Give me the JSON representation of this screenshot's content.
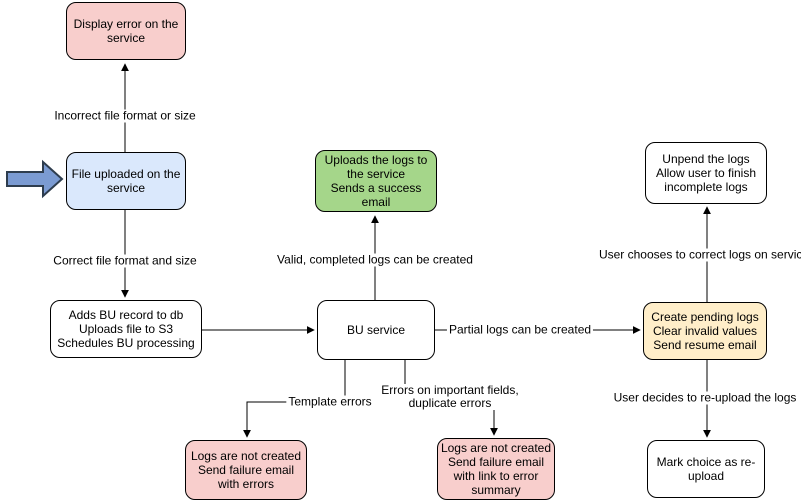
{
  "diagram": {
    "type": "flowchart",
    "nodes": [
      {
        "id": "display-error",
        "label": "Display error on the\nservice",
        "fill_key": "error"
      },
      {
        "id": "file-uploaded",
        "label": "File uploaded on the\nservice",
        "fill_key": "input"
      },
      {
        "id": "adds-bu-record",
        "label": "Adds BU record to db\nUploads file to S3\nSchedules BU processing",
        "fill_key": "default"
      },
      {
        "id": "bu-service",
        "label": "BU service",
        "fill_key": "default"
      },
      {
        "id": "uploads-logs",
        "label": "Uploads the logs to\nthe service\nSends a success\nemail",
        "fill_key": "success"
      },
      {
        "id": "unpend-logs",
        "label": "Unpend the logs\nAllow user to finish\nincomplete logs",
        "fill_key": "default"
      },
      {
        "id": "create-pending",
        "label": "Create pending logs\nClear invalid values\nSend resume email",
        "fill_key": "pending"
      },
      {
        "id": "mark-choice",
        "label": "Mark choice as re-\nupload",
        "fill_key": "default"
      },
      {
        "id": "logs-fail-errors",
        "label": "Logs are not created\nSend failure email\nwith errors",
        "fill_key": "error"
      },
      {
        "id": "logs-fail-summary",
        "label": "Logs are not created\nSend failure email\nwith link to error\nsummary",
        "fill_key": "error"
      }
    ],
    "edges": [
      {
        "from": "file-uploaded",
        "to": "display-error",
        "label": "Incorrect file format or size"
      },
      {
        "from": "file-uploaded",
        "to": "adds-bu-record",
        "label": "Correct file format and size"
      },
      {
        "from": "adds-bu-record",
        "to": "bu-service",
        "label": ""
      },
      {
        "from": "bu-service",
        "to": "uploads-logs",
        "label": "Valid, completed logs can be created"
      },
      {
        "from": "bu-service",
        "to": "create-pending",
        "label": "Partial logs can be created"
      },
      {
        "from": "bu-service",
        "to": "logs-fail-errors",
        "label": "Template errors"
      },
      {
        "from": "bu-service",
        "to": "logs-fail-summary",
        "label": "Errors on important fields,\nduplicate errors"
      },
      {
        "from": "create-pending",
        "to": "unpend-logs",
        "label": "User chooses to correct logs on service"
      },
      {
        "from": "create-pending",
        "to": "mark-choice",
        "label": "User decides to re-upload the logs"
      }
    ],
    "colors": {
      "error": "#f8cecc",
      "input": "#dae8fc",
      "success": "#a5d68a",
      "pending": "#ffeec9",
      "default": "#ffffff",
      "stroke": "#000000",
      "pointer_fill": "#7b9bd2",
      "pointer_stroke": "#2e3d4e"
    }
  }
}
